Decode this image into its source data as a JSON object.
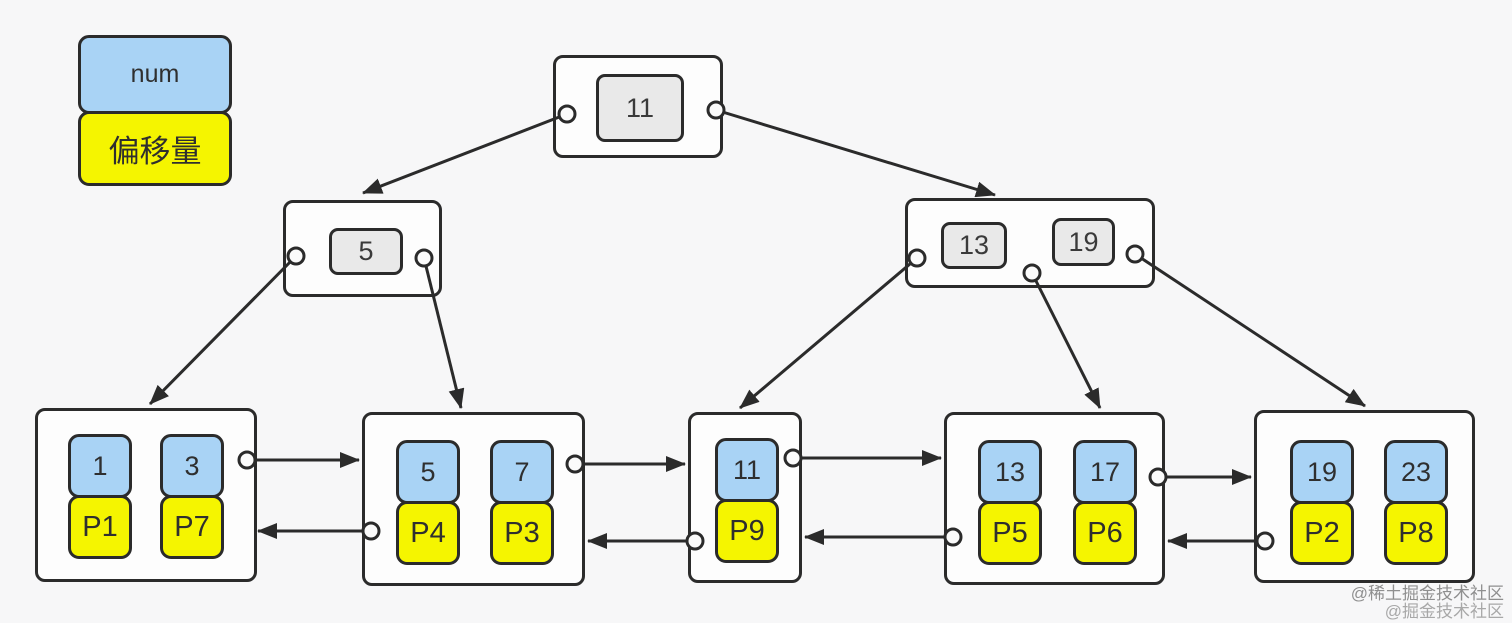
{
  "legend": {
    "num": "num",
    "offset": "偏移量"
  },
  "colors": {
    "num_fill": "#a9d3f5",
    "offset_fill": "#f5f500",
    "key_fill": "#e9e9e9",
    "stroke": "#2b2b2b",
    "background": "#f7f7f8"
  },
  "tree": {
    "root": {
      "keys": [
        "11"
      ]
    },
    "internals": [
      {
        "keys": [
          "5"
        ]
      },
      {
        "keys": [
          "13",
          "19"
        ]
      }
    ],
    "leaves": [
      {
        "entries": [
          {
            "num": "1",
            "offset": "P1"
          },
          {
            "num": "3",
            "offset": "P7"
          }
        ]
      },
      {
        "entries": [
          {
            "num": "5",
            "offset": "P4"
          },
          {
            "num": "7",
            "offset": "P3"
          }
        ]
      },
      {
        "entries": [
          {
            "num": "11",
            "offset": "P9"
          }
        ]
      },
      {
        "entries": [
          {
            "num": "13",
            "offset": "P5"
          },
          {
            "num": "17",
            "offset": "P6"
          }
        ]
      },
      {
        "entries": [
          {
            "num": "19",
            "offset": "P2"
          },
          {
            "num": "23",
            "offset": "P8"
          }
        ]
      }
    ]
  },
  "watermark": {
    "line1": "@稀土掘金技术社区",
    "line2": "@掘金技术社区"
  }
}
